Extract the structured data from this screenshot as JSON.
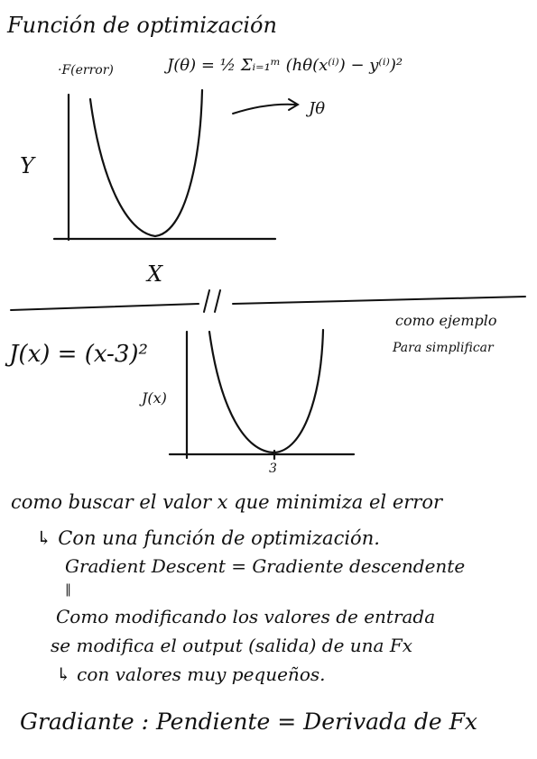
{
  "colors": {
    "ink": "#111111",
    "paper": "#ffffff"
  },
  "top": {
    "title": "Función de optimización",
    "f_label": "·F(error)",
    "formula": "J(θ) = ½ Σᵢ₌₁ᵐ (hθ(x⁽ⁱ⁾) − y⁽ⁱ⁾)²",
    "arrow_target": "Jθ",
    "y_axis_label": "Y",
    "x_axis_label": "X"
  },
  "divider": {
    "mark": "//"
  },
  "example": {
    "note_line1": "como ejemplo",
    "note_line2": "Para simplificar",
    "equation": "J(x) = (x-3)²",
    "y_axis_label": "J(x)",
    "x_tick": "3"
  },
  "notes": {
    "line1": "como buscar el valor x que minimiza el error",
    "line2": "↳ Con una función de optimización.",
    "line3": "Gradient Descent = Gradiente descendente",
    "line4_mark": "‖",
    "line5": "Como modificando los valores de entrada",
    "line6": "se modifica el output (salida) de una Fx",
    "line7": "↳ con valores muy pequeños.",
    "line8": "Gradiante : Pendiente = Derivada de Fx"
  }
}
